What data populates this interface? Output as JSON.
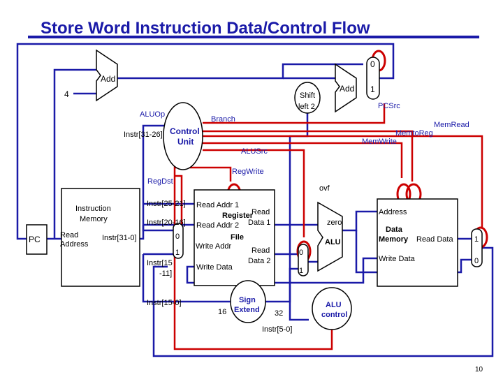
{
  "title": "Store Word Instruction Data/Control Flow",
  "page_number": "10",
  "colors": {
    "datapath": "#1a1aa8",
    "control": "#cc0000",
    "text": "#000000",
    "highlight": "#cc0000"
  },
  "pc": {
    "label": "PC"
  },
  "pc_adder": {
    "label": "Add",
    "constant": "4"
  },
  "branch_adder": {
    "label": "Add"
  },
  "shift": {
    "line1": "Shift",
    "line2": "left 2"
  },
  "pc_mux": {
    "in0": "0",
    "in1": "1"
  },
  "instr_mem": {
    "title1": "Instruction",
    "title2": "Memory",
    "read1": "Read",
    "read2": "Address",
    "out": "Instr[31-0]"
  },
  "control": {
    "line1": "Control",
    "line2": "Unit",
    "input": "Instr[31-26]",
    "signals": {
      "aluop": "ALUOp",
      "branch": "Branch",
      "memread": "MemRead",
      "memtoreg": "MemtoReg",
      "memwrite": "MemWrite",
      "alusrc": "ALUSrc",
      "regwrite": "RegWrite",
      "regdst": "RegDst",
      "pcsrc": "PCSrc"
    }
  },
  "fields": {
    "rs": "Instr[25-21]",
    "rt": "Instr[20-16]",
    "rd1": "Instr[15",
    "rd2": "-11]",
    "imm": "Instr[15-0]",
    "funct": "Instr[5-0]"
  },
  "regfile": {
    "readaddr1": "Read Addr 1",
    "readaddr2": "Read Addr 2",
    "writeaddr": "Write Addr",
    "writedata": "Write Data",
    "title1": "Register",
    "title2": "File",
    "rd1a": "Read",
    "rd1b": "Data 1",
    "rd2a": "Read",
    "rd2b": "Data 2"
  },
  "regdst_mux": {
    "in0": "0",
    "in1": "1"
  },
  "alusrc_mux": {
    "in0": "0",
    "in1": "1"
  },
  "signext": {
    "line1": "Sign",
    "line2": "Extend",
    "in_width": "16",
    "out_width": "32"
  },
  "alu": {
    "label": "ALU",
    "zero": "zero",
    "ovf": "ovf"
  },
  "alu_control": {
    "line1": "ALU",
    "line2": "control"
  },
  "datamem": {
    "address": "Address",
    "title1": "Data",
    "title2": "Memory",
    "readdata": "Read Data",
    "writedata": "Write Data"
  },
  "memtoreg_mux": {
    "in1": "1",
    "in0": "0"
  }
}
